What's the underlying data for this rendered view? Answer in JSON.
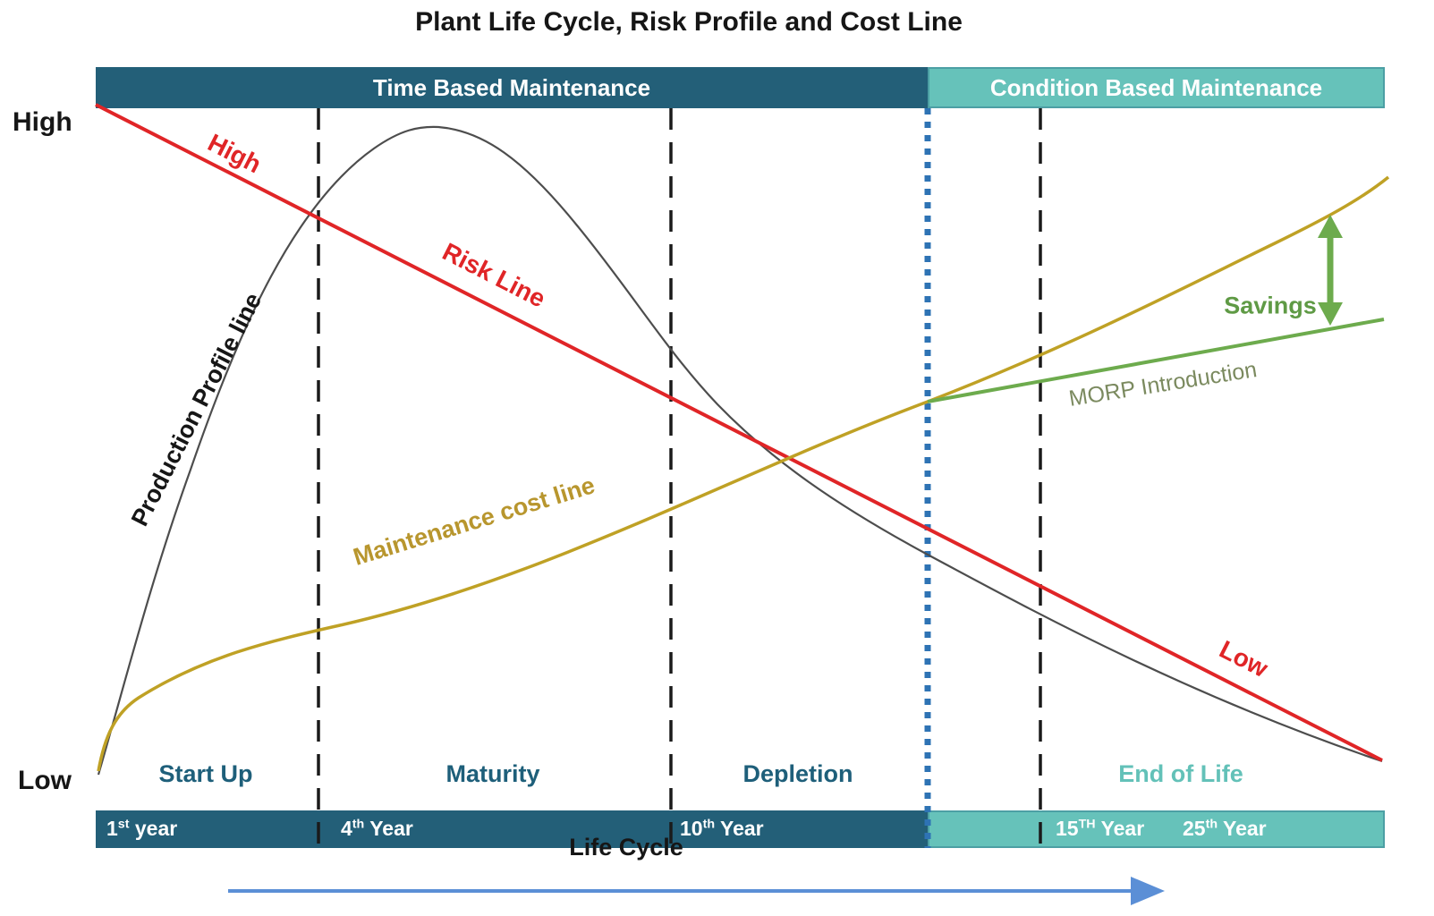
{
  "title": "Plant Life Cycle, Risk Profile and Cost Line",
  "colors": {
    "dark_teal": "#235f78",
    "light_teal": "#66c2ba",
    "red": "#e02527",
    "gold_line": "#bfa125",
    "gold_text": "#b8962e",
    "green_line": "#6dab4d",
    "green_text": "#5f9a45",
    "morp_text": "#7b8a5f",
    "black_line": "#4d4d4d",
    "dash_black": "#1a1a1a",
    "dotted_blue": "#2e73b4",
    "arrow_blue": "#5b8fd6",
    "phase_dark": "#1e5f7a",
    "phase_light": "#63c1b8",
    "text_black": "#161616",
    "white": "#ffffff"
  },
  "top_bands": {
    "time_based": "Time Based Maintenance",
    "condition_based": "Condition Based Maintenance"
  },
  "axis": {
    "high": "High",
    "low": "Low"
  },
  "line_labels": {
    "risk_high": "High",
    "risk_name": "Risk Line",
    "risk_low": "Low",
    "production": "Production Profile line",
    "maintenance": "Maintenance cost line",
    "morp": "MORP Introduction",
    "savings": "Savings"
  },
  "phases": {
    "p1": "Start Up",
    "p2": "Maturity",
    "p3": "Depletion",
    "p4": "End of Life"
  },
  "years": {
    "y1": {
      "num": "1",
      "suf": "st",
      "rest": " year"
    },
    "y2": {
      "num": "4",
      "suf": "th",
      "rest": " Year"
    },
    "y3": {
      "num": "10",
      "suf": "th",
      "rest": " Year"
    },
    "y4": {
      "num": "15",
      "suf": "TH",
      "rest": " Year"
    },
    "y5": {
      "num": "25",
      "suf": "th",
      "rest": " Year"
    }
  },
  "footer": {
    "life_cycle": "Life Cycle"
  },
  "chart": {
    "type": "line",
    "x_axis": {
      "label": "Life Cycle",
      "ticks": [
        "1st year",
        "4th Year",
        "10th Year",
        "15TH Year",
        "25th Year"
      ]
    },
    "y_axis": {
      "ticks": [
        "High",
        "Low"
      ]
    },
    "phases": [
      "Start Up",
      "Maturity",
      "Depletion",
      "End of Life"
    ],
    "maintenance_modes": [
      "Time Based Maintenance",
      "Condition Based Maintenance"
    ],
    "series": [
      {
        "name": "Risk Line",
        "color": "#e02527",
        "trend": "straight decline from High at 1st year to Low at 25th year"
      },
      {
        "name": "Production Profile line",
        "color": "#4d4d4d",
        "trend": "rises steeply from Low during Start Up, peaks in Maturity, declines through Depletion to Low at End of Life"
      },
      {
        "name": "Maintenance cost line",
        "color": "#bfa125",
        "trend": "rises from Low toward High over the life cycle, steepening near End of Life"
      },
      {
        "name": "MORP Introduction",
        "color": "#6dab4d",
        "trend": "branches from Maintenance cost line at start of Condition Based Maintenance and stays nearly flat"
      },
      {
        "name": "Savings",
        "color": "#5f9a45",
        "trend": "vertical gap between Maintenance cost line and MORP Introduction line near 25th year"
      }
    ]
  }
}
